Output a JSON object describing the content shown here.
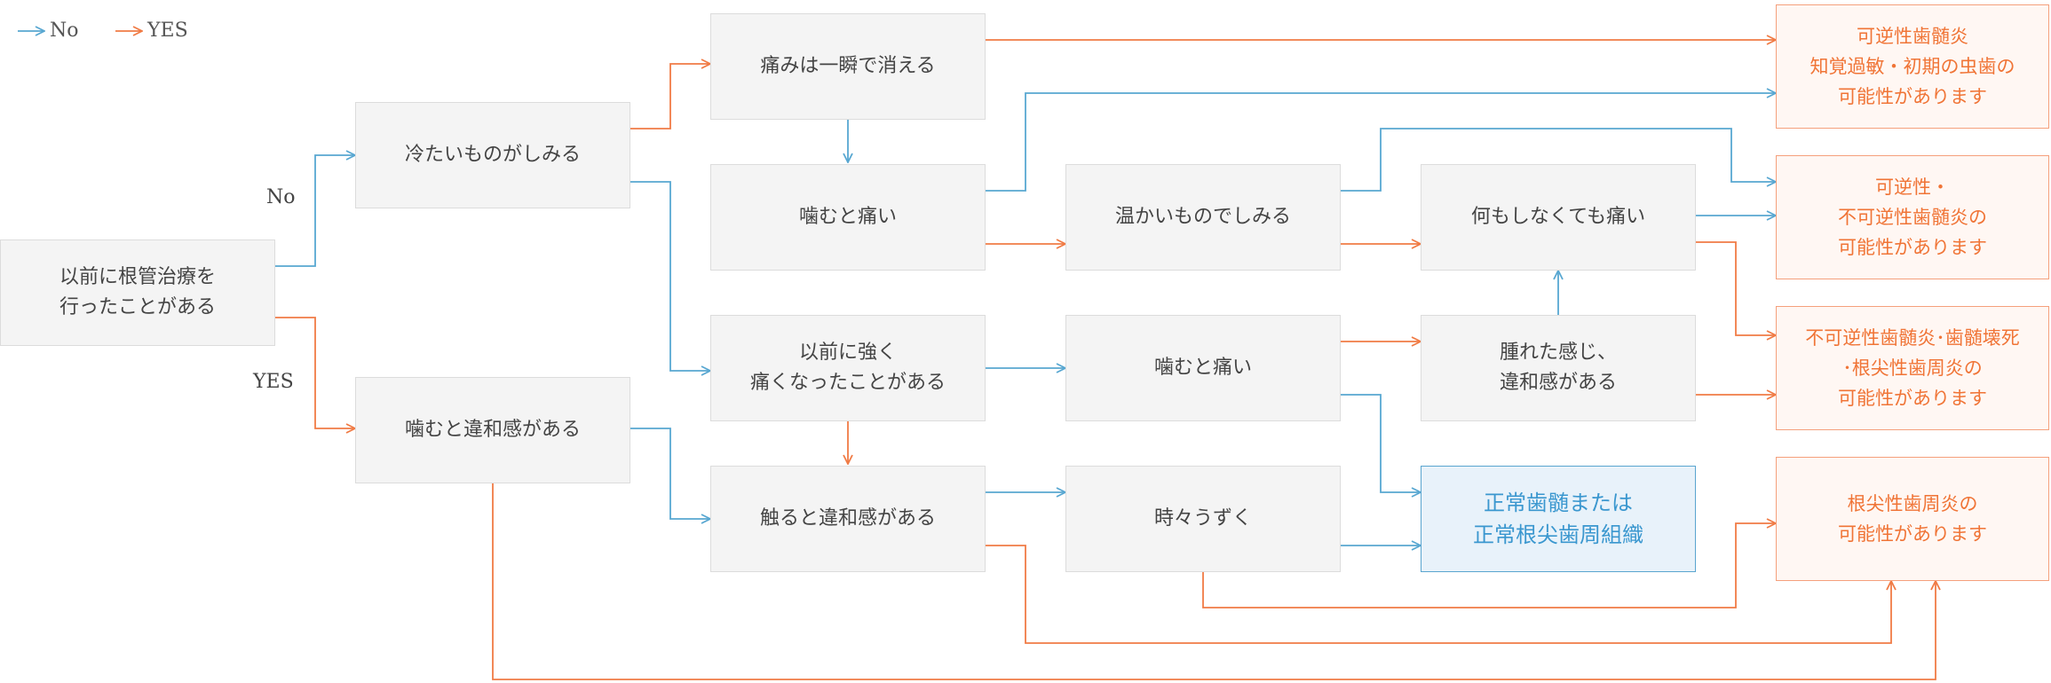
{
  "legend": {
    "no_label": "No",
    "yes_label": "YES",
    "no_color": "#58a7d1",
    "yes_color": "#f07b45"
  },
  "nodes": {
    "start": "以前に根管治療を\n行ったことがある",
    "cold": "冷たいものがしみる",
    "chew_discomfort": "噛むと違和感がある",
    "pain_instant": "痛みは一瞬で消える",
    "chew_pain_1": "噛むと痛い",
    "strong_pain_before": "以前に強く\n痛くなったことがある",
    "touch_discomfort": "触ると違和感がある",
    "warm": "温かいものでしみる",
    "chew_pain_2": "噛むと痛い",
    "throb": "時々うずく",
    "spontaneous_pain": "何もしなくても痛い",
    "swelling": "腫れた感じ、\n違和感がある",
    "normal": "正常歯髄または\n正常根尖歯周組織"
  },
  "branch_labels": {
    "no": "No",
    "yes": "YES"
  },
  "results": {
    "r1": "可逆性歯髄炎\n知覚過敏・初期の虫歯の\n可能性があります",
    "r2": "可逆性・\n不可逆性歯髄炎の\n可能性があります",
    "r3": "不可逆性歯髄炎･歯髄壊死\n･根尖性歯周炎の\n可能性があります",
    "r4": "根尖性歯周炎の\n可能性があります"
  }
}
